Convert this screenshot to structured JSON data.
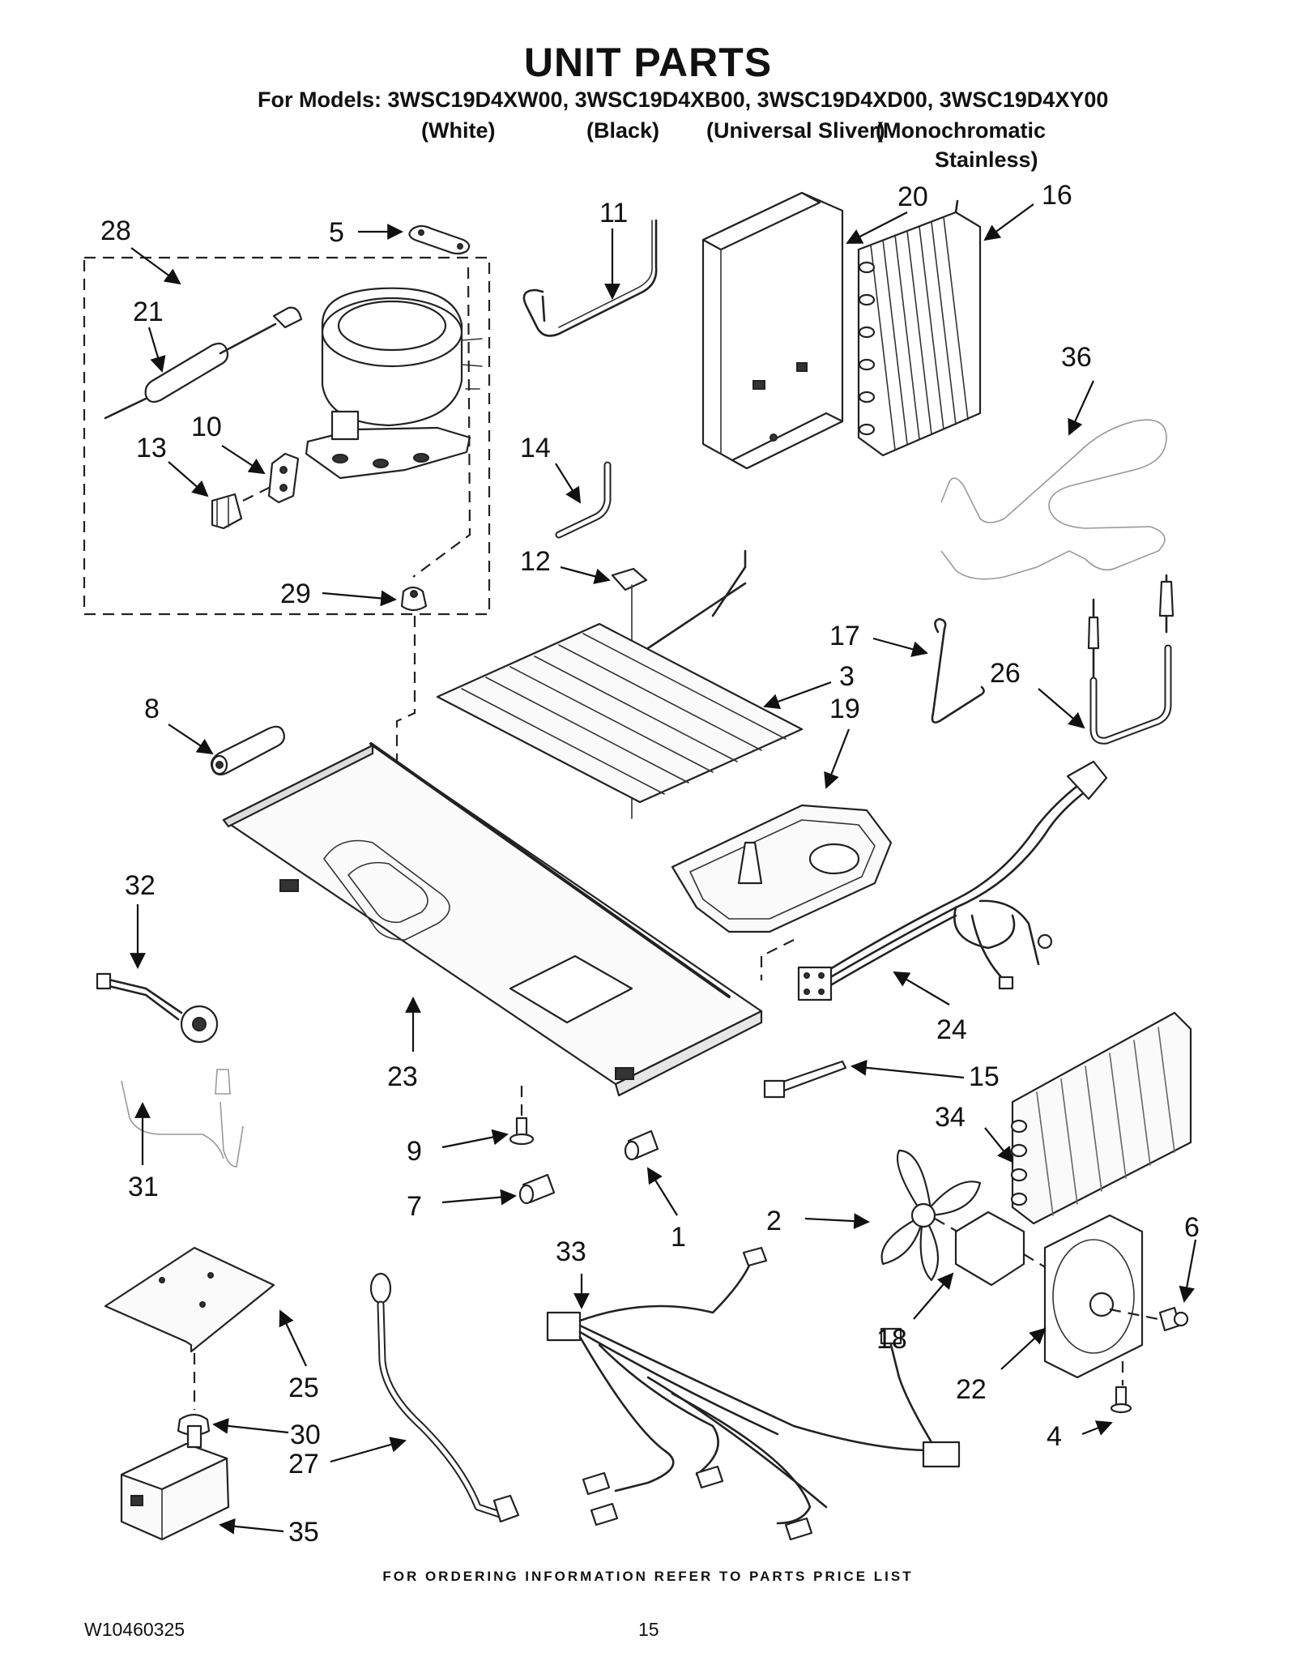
{
  "header": {
    "title": "UNIT PARTS",
    "models_line": "For Models: 3WSC19D4XW00, 3WSC19D4XB00, 3WSC19D4XD00, 3WSC19D4XY00",
    "variants": [
      "(White)",
      "(Black)",
      "(Universal Sliver)",
      "(Monochromatic",
      "Stainless)"
    ]
  },
  "callouts": [
    "28",
    "5",
    "11",
    "20",
    "16",
    "21",
    "10",
    "13",
    "14",
    "36",
    "12",
    "29",
    "17",
    "26",
    "3",
    "8",
    "19",
    "32",
    "24",
    "23",
    "15",
    "34",
    "9",
    "7",
    "1",
    "2",
    "6",
    "31",
    "33",
    "18",
    "22",
    "25",
    "4",
    "30",
    "27",
    "35"
  ],
  "footer": {
    "ordering_note": "FOR ORDERING INFORMATION REFER TO PARTS PRICE LIST",
    "doc_number": "W10460325",
    "page_number": "15"
  }
}
